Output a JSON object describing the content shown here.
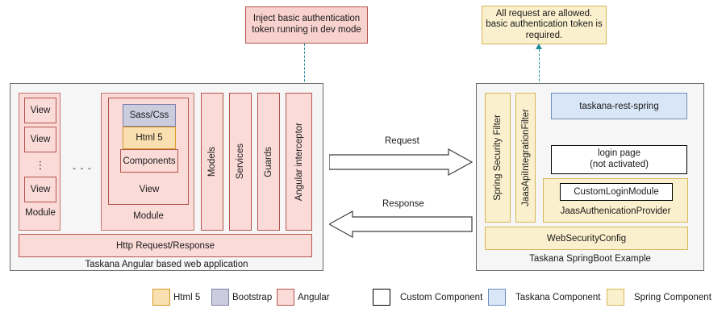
{
  "notes": {
    "left": "Inject basic authentication token running in dev mode",
    "right": "All request are allowed. basic authentication token is required."
  },
  "left_panel": {
    "caption": "Taskana Angular based web application",
    "module_a": {
      "label": "Module",
      "views": [
        "View",
        "View",
        "View"
      ],
      "vertical_ellipsis": "⋮"
    },
    "ellipsis_between_modules": "- - -",
    "module_b": {
      "label": "Module",
      "view_label": "View",
      "items": [
        {
          "label": "Sass/Css",
          "type": "bootstrap"
        },
        {
          "label": "Html 5",
          "type": "html5"
        },
        {
          "label": "Components",
          "type": "angular"
        }
      ]
    },
    "columns": [
      "Models",
      "Services",
      "Guards",
      "Angular interceptor"
    ],
    "http_bar": "Http Request/Response"
  },
  "arrows": {
    "request": "Request",
    "response": "Response"
  },
  "right_panel": {
    "caption": "Taskana SpringBoot Example",
    "filters": [
      "Spring Security Filter",
      "JaasApiIntegrationFilter"
    ],
    "taskana_rest_spring": "taskana-rest-spring",
    "login_page": {
      "line1": "login page",
      "line2": "(not activated)"
    },
    "auth_provider": {
      "custom_login_module": "CustomLoginModule",
      "label": "JaasAuthenicationProvider"
    },
    "web_security_config": "WebSecurityConfig"
  },
  "legend": [
    {
      "label": "Html 5",
      "fill": "#fadfb0",
      "stroke": "#d79b26"
    },
    {
      "label": "Bootstrap",
      "fill": "#ccccdf",
      "stroke": "#7e7eab"
    },
    {
      "label": "Angular",
      "fill": "#fadbd8",
      "stroke": "#b5544b"
    },
    {
      "label": "Custom Component",
      "fill": "#ffffff",
      "stroke": "#000000"
    },
    {
      "label": "Taskana Component",
      "fill": "#d9e6f7",
      "stroke": "#6c8ebf"
    },
    {
      "label": "Spring Component",
      "fill": "#fbf0cd",
      "stroke": "#d6b656"
    }
  ],
  "colors": {
    "angular": "#fadbd8",
    "angular_stroke": "#b5544b",
    "html5": "#fadfb0",
    "html5_stroke": "#d79b26",
    "bootstrap": "#ccccdf",
    "bootstrap_stroke": "#7e7eab",
    "taskana": "#d9e6f7",
    "taskana_stroke": "#6c8ebf",
    "spring": "#fbf0cd",
    "spring_stroke": "#d6b656",
    "panel_bg": "#f6f6f6",
    "panel_stroke": "#6b6b6b",
    "connector": "#1f8a99"
  }
}
